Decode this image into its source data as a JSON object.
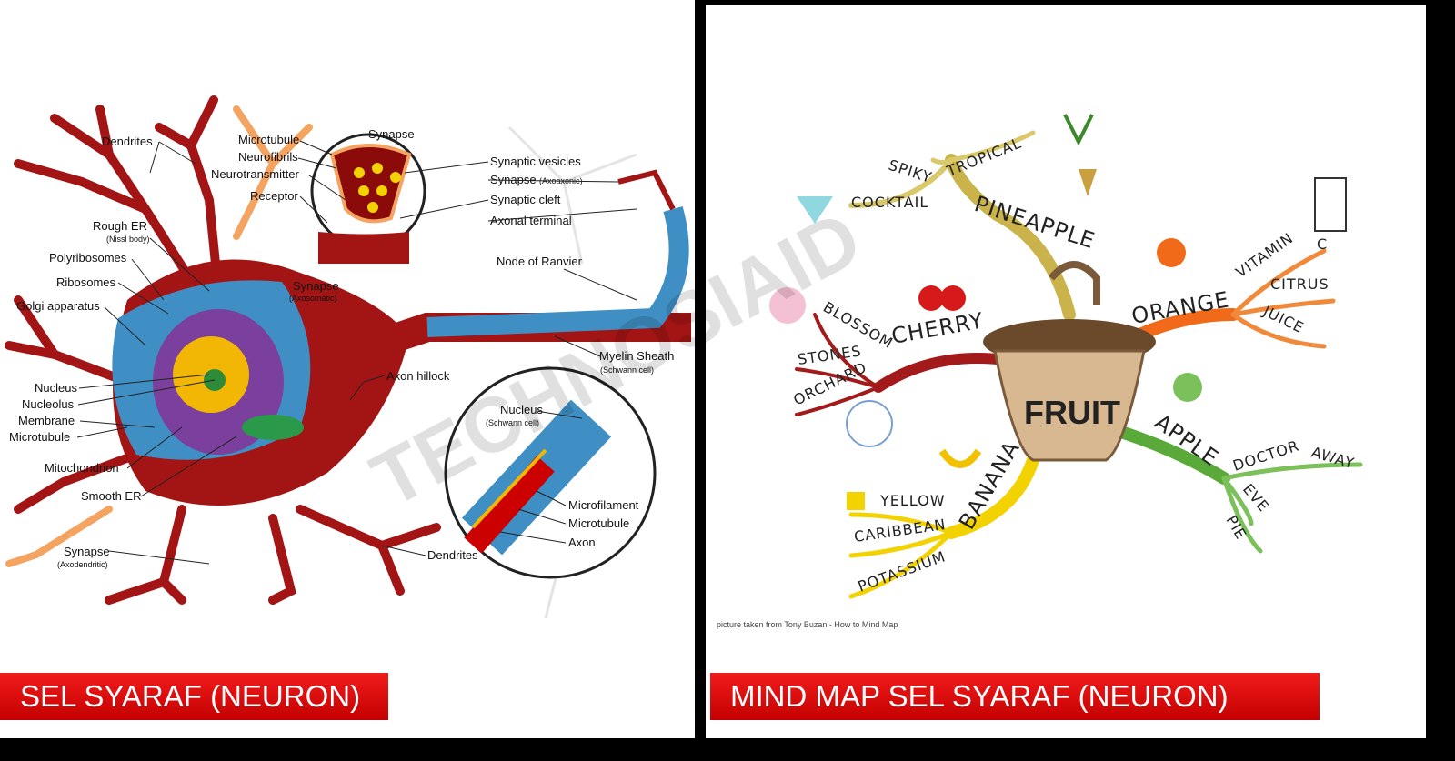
{
  "left": {
    "banner": "SEL SYARAF (NEURON)",
    "labels": {
      "dendrites_top": "Dendrites",
      "microtubule": "Microtubule",
      "neurofibrils": "Neurofibrils",
      "neurotransmitter": "Neurotransmitter",
      "receptor": "Receptor",
      "synapse_top": "Synapse",
      "synaptic_vesicles": "Synaptic vesicles",
      "synapse_axoaxonic": "Synapse",
      "axoaxonic": "(Axoaxonic)",
      "synaptic_cleft": "Synaptic cleft",
      "axonal_terminal": "Axonal terminal",
      "rough_er": "Rough ER",
      "nissl_body": "(Nissl body)",
      "polyribosomes": "Polyribosomes",
      "ribosomes": "Ribosomes",
      "golgi": "Golgi apparatus",
      "synapse_axosomatic": "Synapse",
      "axosomatic": "(Axosomatic)",
      "node_of_ranvier": "Node of Ranvier",
      "myelin_sheath": "Myelin Sheath",
      "schwann_cell_1": "(Schwann cell)",
      "axon_hillock": "Axon hillock",
      "nucleus": "Nucleus",
      "nucleolus": "Nucleolus",
      "membrane": "Membrane",
      "microtubule_2": "Microtubule",
      "nucleus_schwann": "Nucleus",
      "schwann_cell_2": "(Schwann cell)",
      "mitochondrion": "Mitochondrion",
      "smooth_er": "Smooth ER",
      "microfilament": "Microfilament",
      "microtubule_3": "Microtubule",
      "axon": "Axon",
      "synapse_axodendritic": "Synapse",
      "axodendritic": "(Axodendritic)",
      "dendrites_bottom": "Dendrites"
    }
  },
  "right": {
    "banner": "MIND MAP SEL SYARAF (NEURON)",
    "center": "FRUIT",
    "credit": "picture taken from Tony Buzan - How to Mind Map",
    "branches": {
      "pineapple": "PINEAPPLE",
      "spiky": "SPIKY",
      "tropical": "TROPICAL",
      "cocktail": "COCKTAIL",
      "cherry": "CHERRY",
      "blossom": "BLOSSOM",
      "stones": "STONES",
      "orchard": "ORCHARD",
      "orange": "ORANGE",
      "vitamin": "VITAMIN",
      "c": "C",
      "citrus": "CITRUS",
      "juice": "JUICE",
      "apple": "APPLE",
      "doctor": "DOCTOR",
      "away": "AWAY",
      "eve": "EVE",
      "pie": "PIE",
      "banana": "BANANA",
      "yellow": "YELLOW",
      "caribbean": "CARIBBEAN",
      "potassium": "POTASSIUM"
    }
  },
  "watermark": "TECHNOSIAID",
  "colors": {
    "banner_red": "#e00000",
    "neuron_red": "#a31515",
    "myelin_blue": "#3f8fc4"
  }
}
